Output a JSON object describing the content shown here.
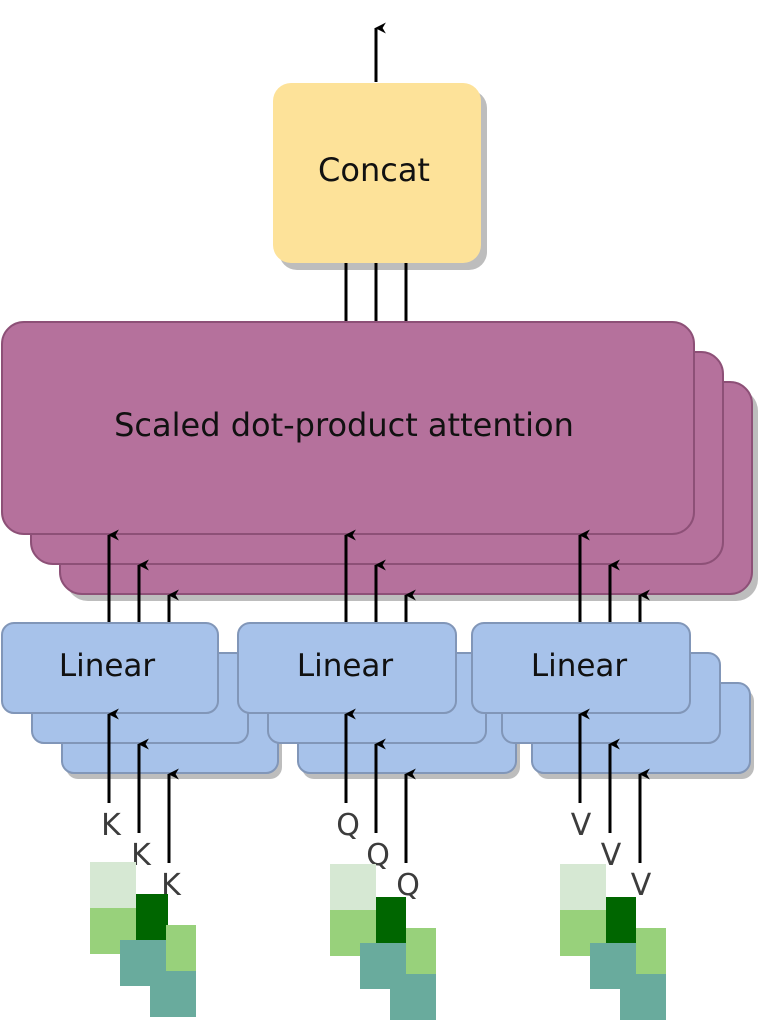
{
  "diagram": {
    "concat_label": "Concat",
    "attention_label": "Scaled dot-product attention",
    "linear_labels": [
      "Linear",
      "Linear",
      "Linear"
    ],
    "inputs": {
      "k": [
        "K",
        "K",
        "K"
      ],
      "q": [
        "Q",
        "Q",
        "Q"
      ],
      "v": [
        "V",
        "V",
        "V"
      ]
    }
  },
  "colors": {
    "concat_fill": "#fde299",
    "attention_fill": "#b5719c",
    "attention_edge": "#8d5077",
    "linear_fill": "#a7c2ea",
    "linear_edge": "#8196b8",
    "shadow": "#bdbdbd",
    "arrow": "#000000",
    "input_label": "#3c3c3c",
    "matrix_light": "#d6e8d3",
    "matrix_mid": "#98d17b",
    "matrix_dark": "#006600",
    "matrix_teal": "#69ab9d"
  }
}
